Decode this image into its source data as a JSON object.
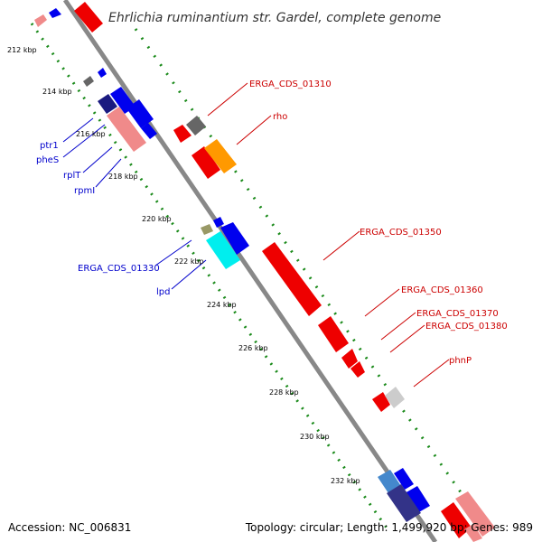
{
  "title": "Ehrlichia ruminantium str. Gardel, complete genome",
  "footer": {
    "accession": "Accession: NC_006831",
    "summary": "Topology: circular; Length: 1,499,920 bp; Genes: 989"
  },
  "ticks": [
    "212 kbp",
    "214 kbp",
    "216 kbp",
    "218 kbp",
    "220 kbp",
    "222 kbp",
    "224 kbp",
    "226 kbp",
    "228 kbp",
    "230 kbp",
    "232 kbp"
  ],
  "labels_left": [
    "ptr1",
    "pheS",
    "rplT",
    "rpmI",
    "ERGA_CDS_01330",
    "lpd"
  ],
  "labels_right": [
    "ERGA_CDS_01310",
    "rho",
    "ERGA_CDS_01350",
    "ERGA_CDS_01360",
    "ERGA_CDS_01370",
    "ERGA_CDS_01380",
    "phnP"
  ],
  "colors": {
    "label_left": "#0000cc",
    "label_right": "#cc0000",
    "backbone": "#888888",
    "gc_dots": "#1a8a1a",
    "cds_red": "#ee0000",
    "cds_blue": "#0000ee",
    "rna_pink": "#f08a8a",
    "cds_gray": "#666666",
    "cds_orange": "#ff9900",
    "cds_cyan": "#00eeee"
  }
}
